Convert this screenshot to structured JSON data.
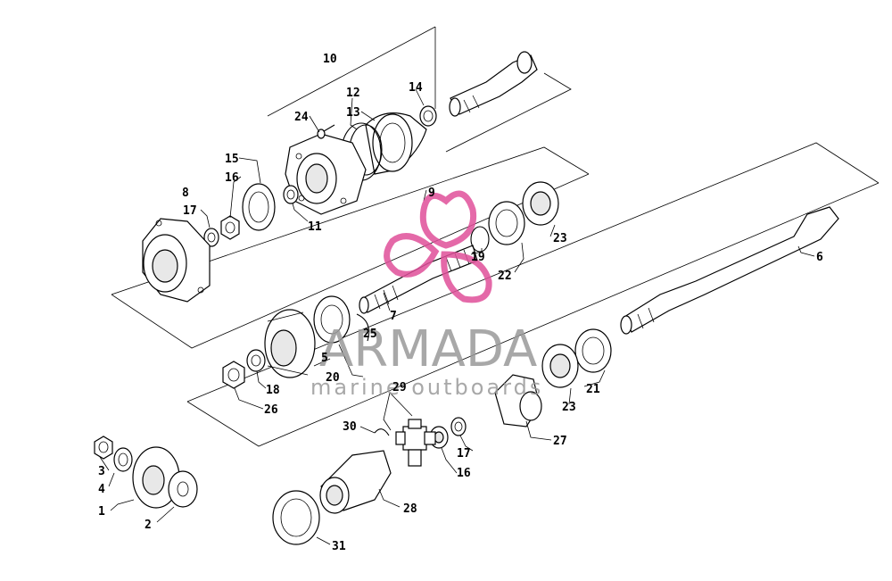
{
  "labels": {
    "l1": "1",
    "l2": "2",
    "l3": "3",
    "l4": "4",
    "l5": "5",
    "l6": "6",
    "l7": "7",
    "l8": "8",
    "l9": "9",
    "l10": "10",
    "l12": "12",
    "l13": "13",
    "l14": "14",
    "l15": "15",
    "l16a": "16",
    "l16b": "16",
    "l17a": "17",
    "l17b": "17",
    "l11": "11",
    "l18": "18",
    "l19": "19",
    "l20": "20",
    "l21": "21",
    "l22": "22",
    "l23a": "23",
    "l23b": "23",
    "l24": "24",
    "l25": "25",
    "l26": "26",
    "l27": "27",
    "l28": "28",
    "l29": "29",
    "l30": "30",
    "l31": "31"
  },
  "watermark": {
    "brand": "ARMADA",
    "tagline": "marine outboards",
    "brand_color": "#e0509a",
    "text_color": "#9a9a9a"
  }
}
